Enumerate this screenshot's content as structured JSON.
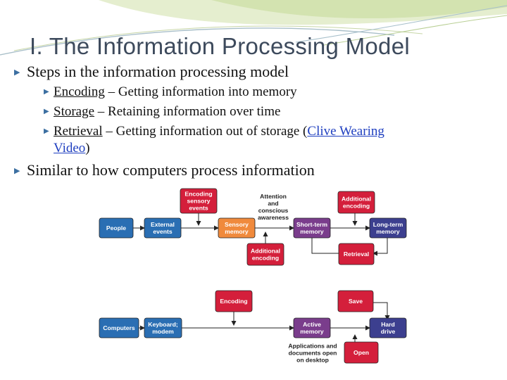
{
  "slide": {
    "title": "I. The Information Processing Model",
    "bullet1": "Steps in the information processing model",
    "encoding_term": "Encoding",
    "encoding_desc": " – Getting information into memory",
    "storage_term": "Storage",
    "storage_desc": " – Retaining information over time",
    "retrieval_term": "Retrieval",
    "retrieval_desc": " – Getting information out of storage (",
    "retrieval_link_a": "Clive Wearing",
    "retrieval_link_b": "Video",
    "retrieval_close": ")",
    "bullet2": "Similar to how computers process information",
    "bullet_glyph": "▶"
  },
  "diagram": {
    "people": "People",
    "external_events": [
      "External",
      "events"
    ],
    "sensory_memory": [
      "Sensory",
      "memory"
    ],
    "short_term": [
      "Short-term",
      "memory"
    ],
    "long_term": [
      "Long-term",
      "memory"
    ],
    "encoding_sensory": [
      "Encoding",
      "sensory",
      "events"
    ],
    "attention": [
      "Attention",
      "and",
      "conscious",
      "awareness"
    ],
    "additional_encoding_top": [
      "Additional",
      "encoding"
    ],
    "additional_encoding_mid": [
      "Additional",
      "encoding"
    ],
    "retrieval": "Retrieval",
    "computers": "Computers",
    "keyboard": [
      "Keyboard;",
      "modem"
    ],
    "encoding_comp": "Encoding",
    "save": "Save",
    "active_memory": [
      "Active",
      "memory"
    ],
    "hard_drive": [
      "Hard",
      "drive"
    ],
    "applications": [
      "Applications and",
      "documents open",
      "on desktop"
    ],
    "open": "Open",
    "colors": {
      "blue": "#2a6eb3",
      "orange": "#f08a3c",
      "purple": "#7a3d8c",
      "navy": "#3c3f8f",
      "red": "#d41f3b"
    }
  }
}
